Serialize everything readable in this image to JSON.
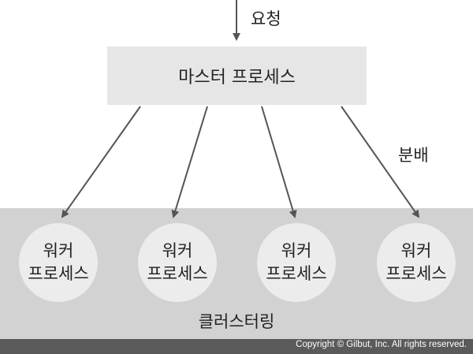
{
  "request_label": "요청",
  "master_label": "마스터 프로세스",
  "distribute_label": "분배",
  "workers": [
    {
      "line1": "워커",
      "line2": "프로세스"
    },
    {
      "line1": "워커",
      "line2": "프로세스"
    },
    {
      "line1": "워커",
      "line2": "프로세스"
    },
    {
      "line1": "워커",
      "line2": "프로세스"
    }
  ],
  "cluster_label": "클러스터링",
  "copyright": "Copyright © Gilbut, Inc. All rights reserved.",
  "colors": {
    "arrow": "#555555",
    "master_fill": "#e6e6e6",
    "cluster_fill": "#d2d2d2",
    "worker_fill": "#ececec",
    "footer_fill": "#5a5a5a"
  }
}
